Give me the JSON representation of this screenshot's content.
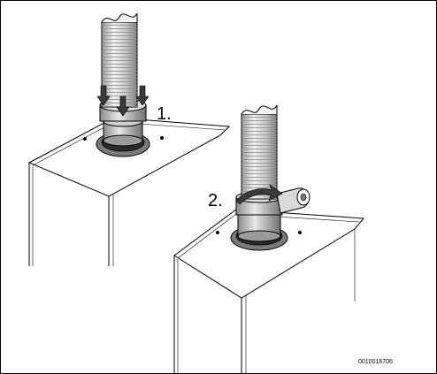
{
  "steps": {
    "step1": "1.",
    "step2": "2."
  },
  "figure_code": "0010016706",
  "colors": {
    "line": "#000000",
    "pipe_light": "#e6e6e6",
    "pipe_mid": "#b8b8b8",
    "pipe_dark": "#808080",
    "arrow": "#333333"
  }
}
